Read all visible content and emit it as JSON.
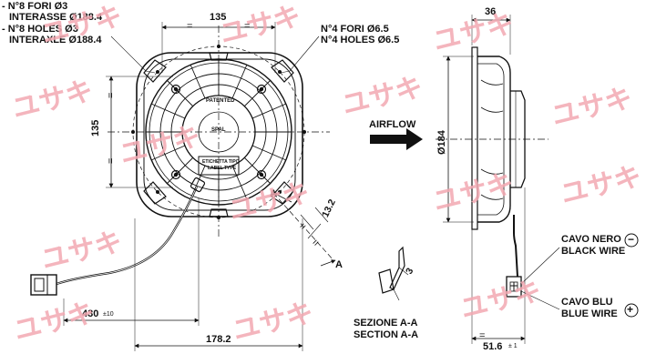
{
  "labels": {
    "holes_left_1": "- N°8 FORI Ø3",
    "holes_left_2": "INTERASSE Ø188.4",
    "holes_left_3": "- N°8 HOLES Ø3",
    "holes_left_4": "INTERAXLE Ø188.4",
    "holes_right_1": "N°4 FORI Ø6.5",
    "holes_right_2": "N°4 HOLES Ø6.5",
    "airflow": "AIRFLOW",
    "patented": "PATENTED",
    "spal": "SPAL",
    "label_type_1": "ETICHETTA TIPO",
    "label_type_2": "LABEL TYPE",
    "section_1": "SEZIONE A-A",
    "section_2": "SECTION A-A",
    "black_wire_1": "CAVO NERO",
    "black_wire_2": "BLACK WIRE",
    "blue_wire_1": "CAVO BLU",
    "blue_wire_2": "BLUE WIRE",
    "minus_symbol": "−",
    "plus_symbol": "+"
  },
  "dimensions": {
    "width_top": "135",
    "height_left": "135",
    "equal_1": "=",
    "equal_2": "=",
    "equal_3": "=",
    "equal_4": "=",
    "equal_5": "=",
    "equal_6": "=",
    "equal_7": "=",
    "cable_length": "430",
    "cable_tol": "±10",
    "overall_width": "178.2",
    "dim_13_2": "13.2",
    "section_a_1": "A",
    "section_a_2": "A",
    "depth_top": "36",
    "diameter": "Ø184",
    "depth_bottom": "51.6",
    "depth_bottom_tol": "± 1",
    "section_thk": "3"
  },
  "watermark": {
    "text": "ユサキ"
  },
  "colors": {
    "line": "#111111",
    "watermark": "#f3a9b2"
  }
}
